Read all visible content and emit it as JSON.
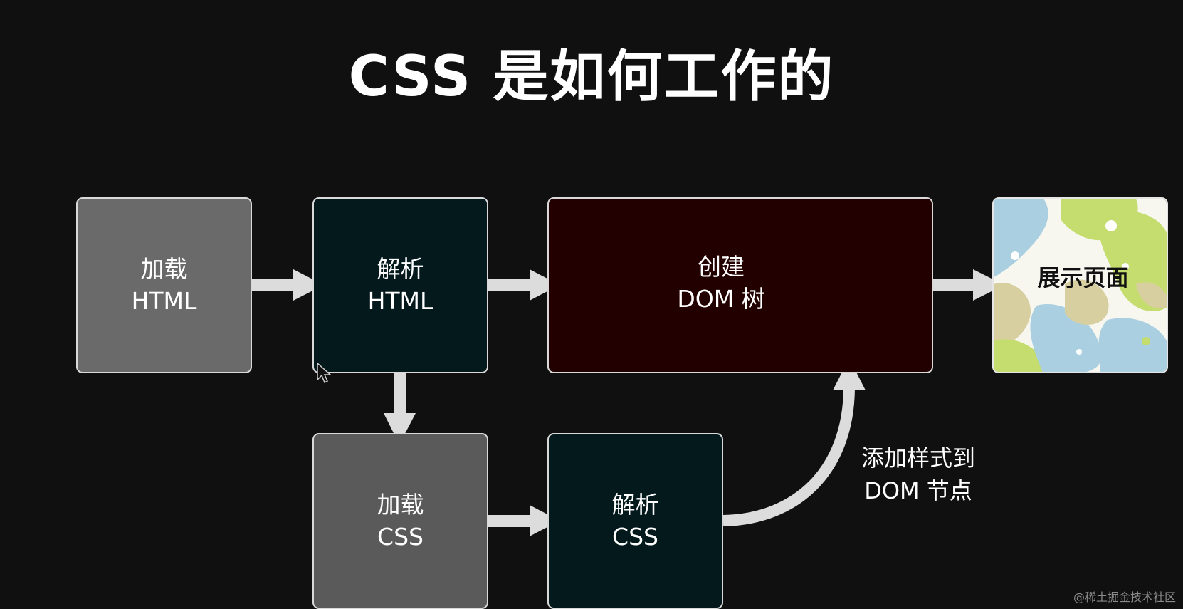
{
  "title": "CSS 是如何工作的",
  "nodes": {
    "load_html": {
      "line1": "加载",
      "line2": "HTML"
    },
    "parse_html": {
      "line1": "解析",
      "line2": "HTML"
    },
    "create_dom": {
      "line1": "创建",
      "line2": "DOM 树"
    },
    "display_page": {
      "label": "展示页面"
    },
    "load_css": {
      "line1": "加载",
      "line2": "CSS"
    },
    "parse_css": {
      "line1": "解析",
      "line2": "CSS"
    }
  },
  "edge_label": {
    "line1": "添加样式到",
    "line2": "DOM 节点"
  },
  "watermark": "@稀土掘金技术社区",
  "colors": {
    "background": "#101010",
    "load_box": "#6a6a6a",
    "parse_box": "#03191c",
    "dom_box": "#220000",
    "arrow": "#dcdcdc",
    "page_thumb_blue": "#a9cfe0",
    "page_thumb_green": "#c4dd6e",
    "page_thumb_tan": "#d7cfa0"
  }
}
